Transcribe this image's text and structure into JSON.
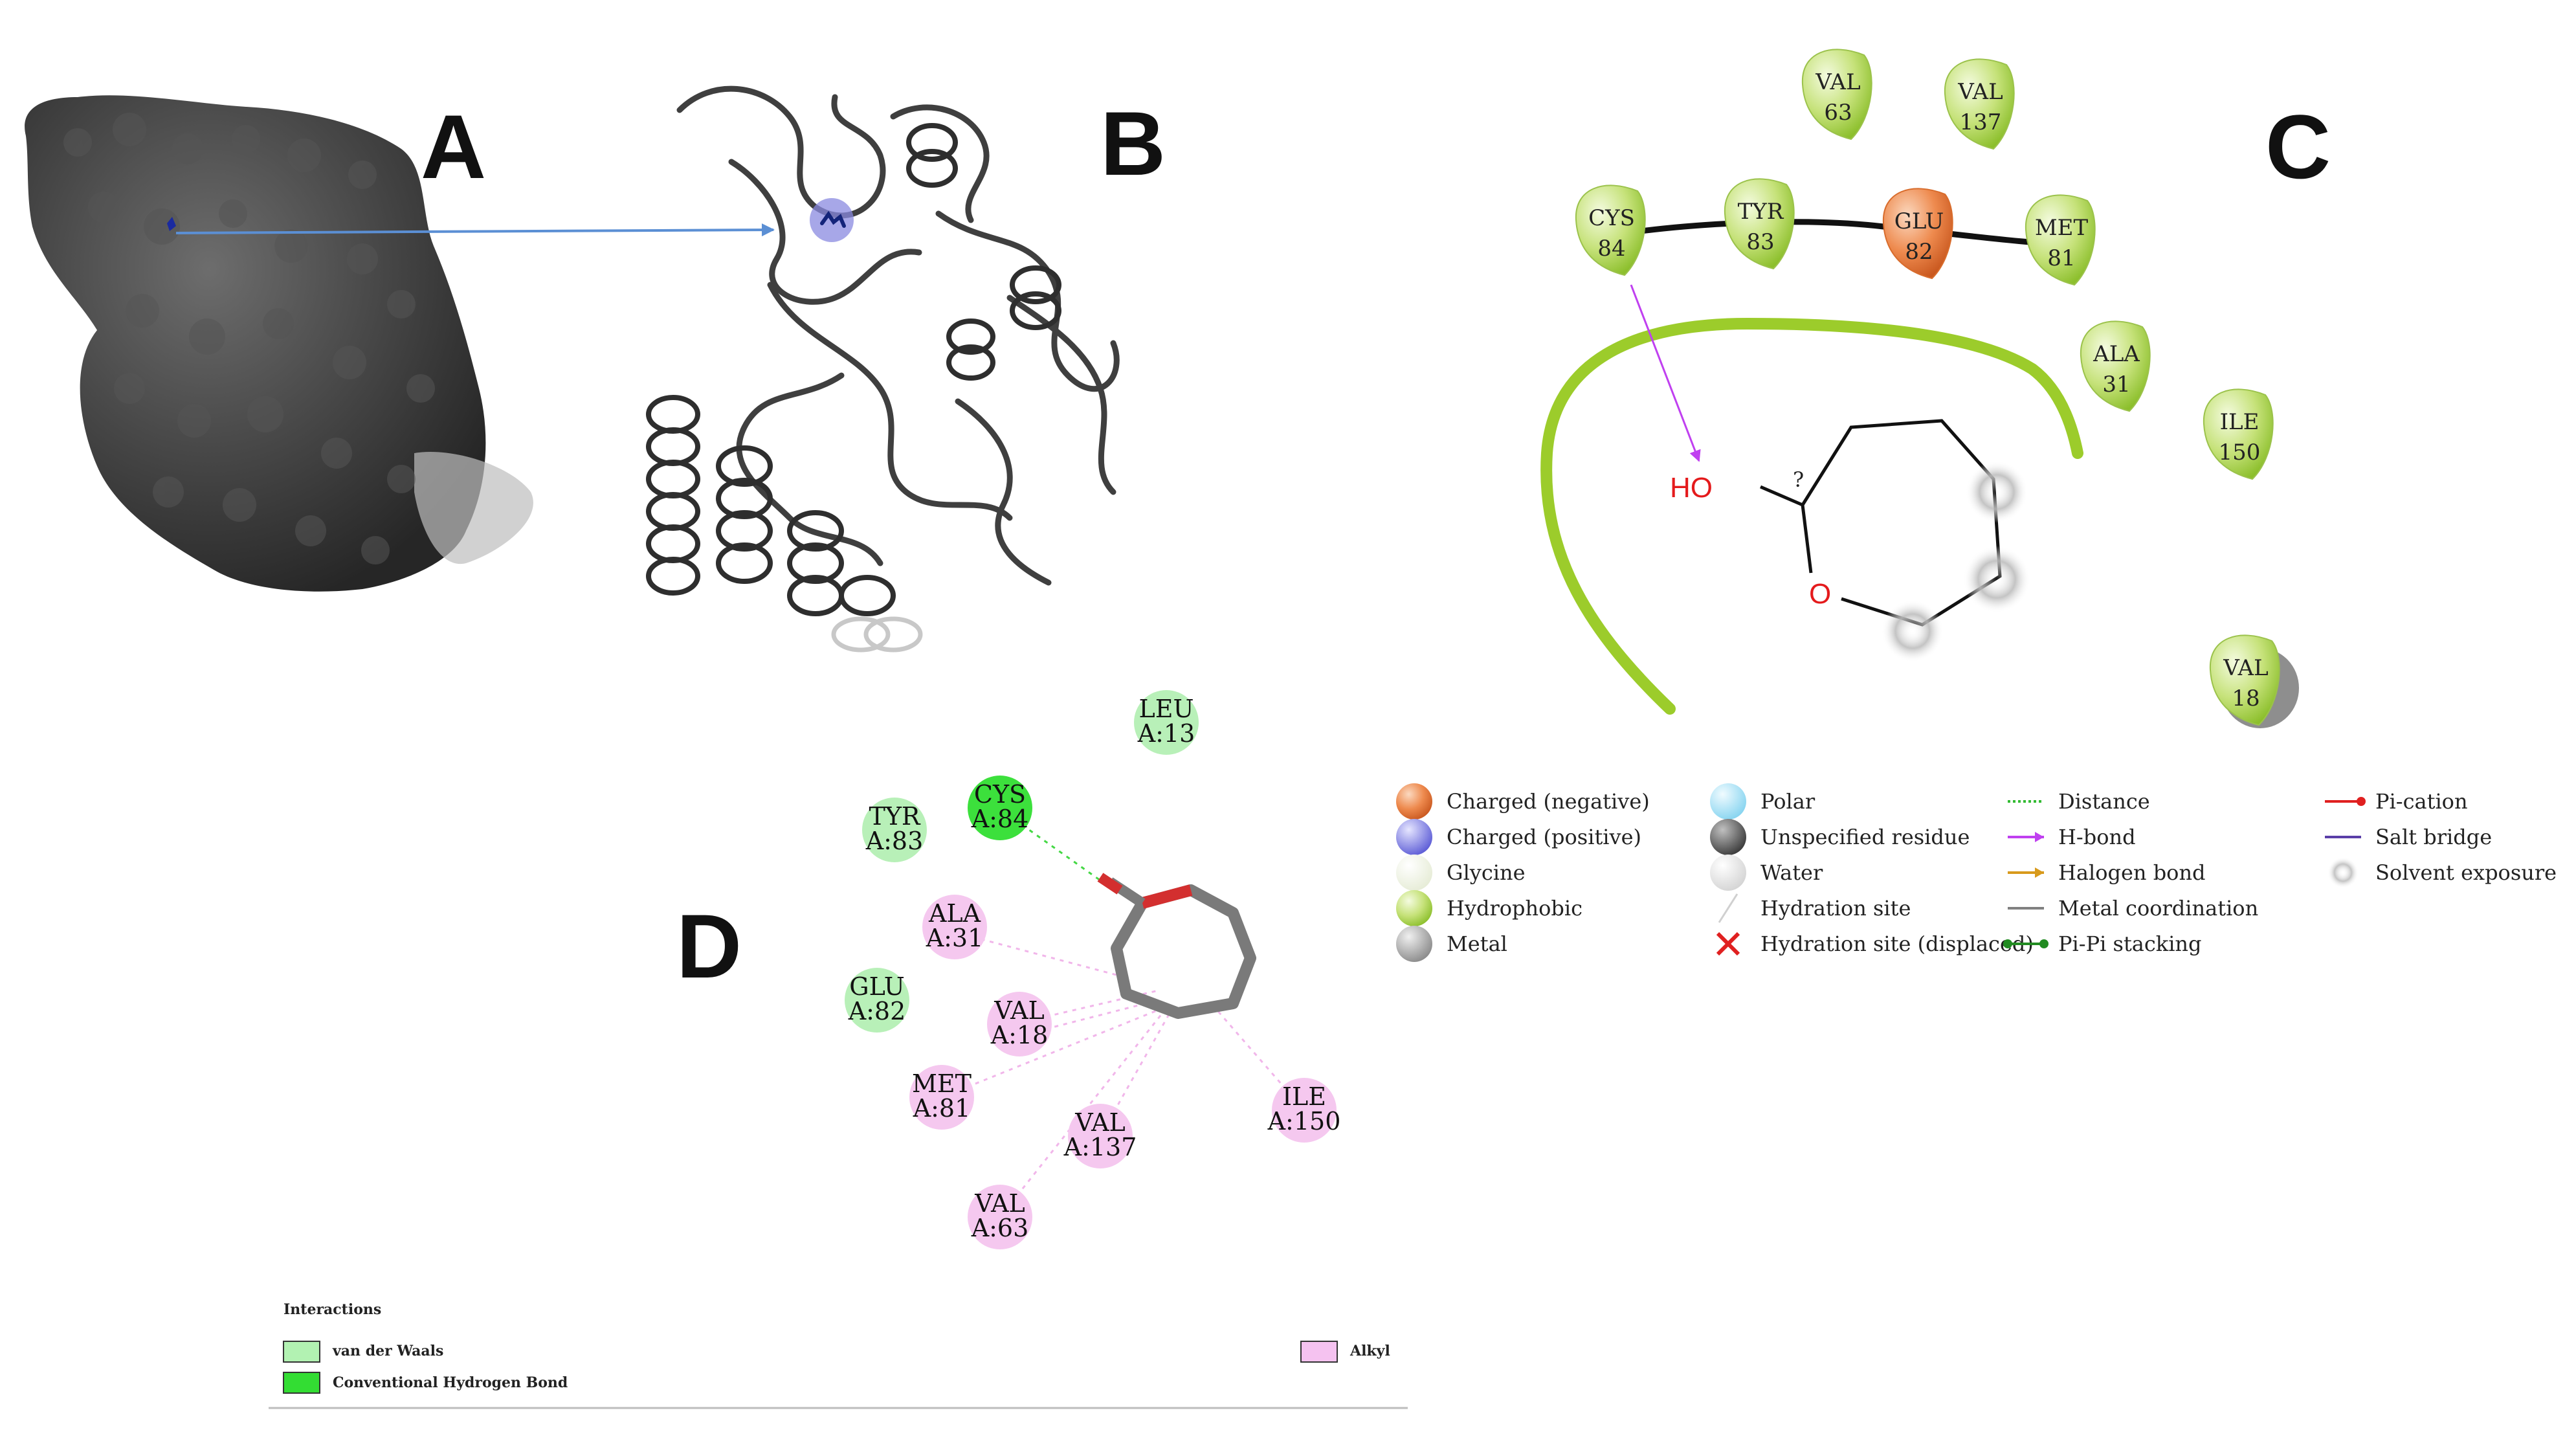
{
  "panels": {
    "a": "A",
    "b": "B",
    "c": "C",
    "d": "D"
  },
  "panel_c": {
    "residues": [
      {
        "name": "VAL",
        "num": "63",
        "color": "hydrophobic"
      },
      {
        "name": "VAL",
        "num": "137",
        "color": "hydrophobic"
      },
      {
        "name": "CYS",
        "num": "84",
        "color": "hydrophobic"
      },
      {
        "name": "TYR",
        "num": "83",
        "color": "hydrophobic"
      },
      {
        "name": "GLU",
        "num": "82",
        "color": "negative"
      },
      {
        "name": "MET",
        "num": "81",
        "color": "hydrophobic"
      },
      {
        "name": "ALA",
        "num": "31",
        "color": "hydrophobic"
      },
      {
        "name": "ILE",
        "num": "150",
        "color": "hydrophobic"
      },
      {
        "name": "VAL",
        "num": "18",
        "color": "hydrophobic"
      }
    ],
    "ligand": {
      "ho": "HO",
      "o": "O",
      "q": "?"
    },
    "legend": [
      {
        "label": "Charged (negative)",
        "icon": "orange-sphere"
      },
      {
        "label": "Charged (positive)",
        "icon": "blue-sphere"
      },
      {
        "label": "Glycine",
        "icon": "white-sphere"
      },
      {
        "label": "Hydrophobic",
        "icon": "green-sphere"
      },
      {
        "label": "Metal",
        "icon": "grey-sphere"
      },
      {
        "label": "Polar",
        "icon": "cyan-sphere"
      },
      {
        "label": "Unspecified residue",
        "icon": "dark-sphere"
      },
      {
        "label": "Water",
        "icon": "light-sphere"
      },
      {
        "label": "Hydration site",
        "icon": "hydration-line"
      },
      {
        "label": "Hydration site (displaced)",
        "icon": "red-x"
      },
      {
        "label": "Distance",
        "icon": "green-dotted-line"
      },
      {
        "label": "H-bond",
        "icon": "magenta-arrow"
      },
      {
        "label": "Halogen bond",
        "icon": "orange-arrow"
      },
      {
        "label": "Metal coordination",
        "icon": "grey-line"
      },
      {
        "label": "Pi-Pi stacking",
        "icon": "green-dot-line"
      },
      {
        "label": "Pi-cation",
        "icon": "red-dot-line"
      },
      {
        "label": "Salt bridge",
        "icon": "purple-line"
      },
      {
        "label": "Solvent exposure",
        "icon": "grey-halo"
      }
    ]
  },
  "panel_d": {
    "residues": [
      {
        "name": "LEU",
        "chain": "A:13",
        "type": "vdw"
      },
      {
        "name": "CYS",
        "chain": "A:84",
        "type": "hbond"
      },
      {
        "name": "TYR",
        "chain": "A:83",
        "type": "vdw"
      },
      {
        "name": "ALA",
        "chain": "A:31",
        "type": "alkyl"
      },
      {
        "name": "GLU",
        "chain": "A:82",
        "type": "vdw"
      },
      {
        "name": "VAL",
        "chain": "A:18",
        "type": "alkyl"
      },
      {
        "name": "MET",
        "chain": "A:81",
        "type": "alkyl"
      },
      {
        "name": "VAL",
        "chain": "A:137",
        "type": "alkyl"
      },
      {
        "name": "ILE",
        "chain": "A:150",
        "type": "alkyl"
      },
      {
        "name": "VAL",
        "chain": "A:63",
        "type": "alkyl"
      }
    ],
    "legend": {
      "title": "Interactions",
      "vdw": "van der Waals",
      "hbond": "Conventional Hydrogen Bond",
      "alkyl": "Alkyl"
    }
  },
  "colors": {
    "hydrophobic": "#a6cc3a",
    "negative": "#e07a3a",
    "vdw": "#b2f2b2",
    "hbond": "#33dd33",
    "alkyl": "#f5c2f0",
    "protein": "#3a3a3a"
  }
}
